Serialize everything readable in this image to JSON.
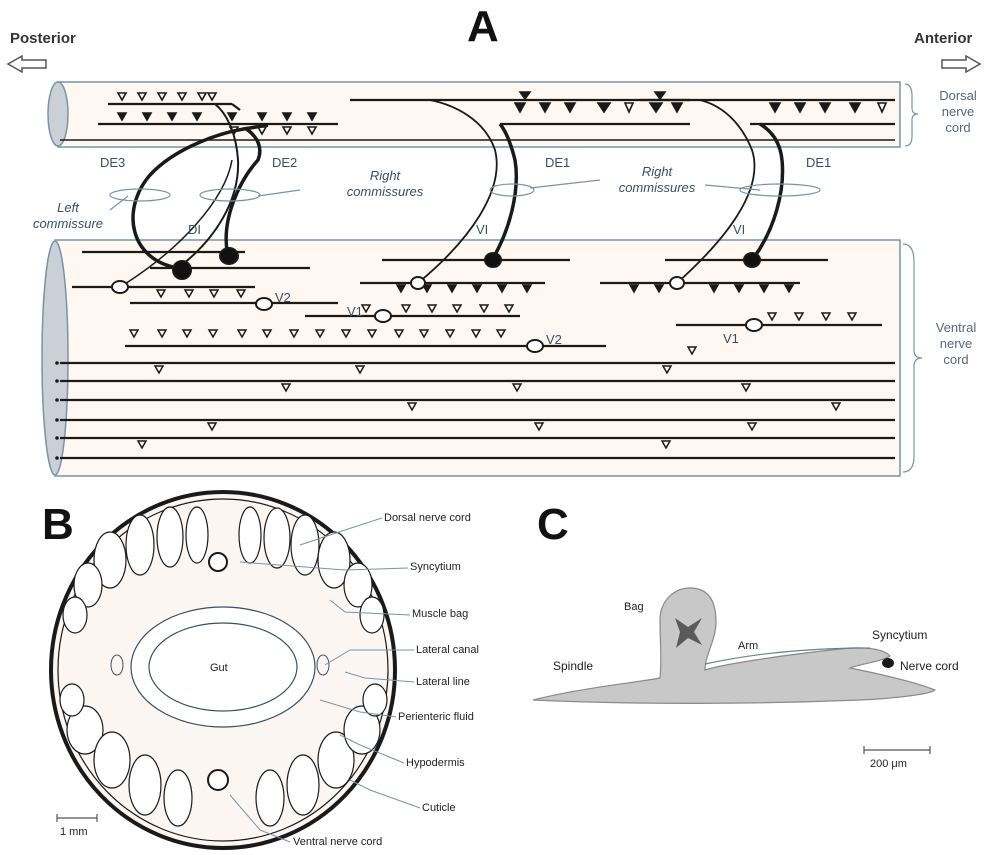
{
  "panel_a": {
    "label": "A",
    "posterior": "Posterior",
    "anterior": "Anterior",
    "dorsal_cord": [
      "Dorsal",
      "nerve",
      "cord"
    ],
    "ventral_cord": [
      "Ventral",
      "nerve",
      "cord"
    ],
    "left_commissure": [
      "Left",
      "commissure"
    ],
    "right_commissures_1": [
      "Right",
      "commissures"
    ],
    "right_commissures_2": [
      "Right",
      "commissures"
    ],
    "neurons": {
      "de3": "DE3",
      "de2": "DE2",
      "de1_a": "DE1",
      "de1_b": "DE1",
      "di": "DI",
      "vi_a": "VI",
      "vi_b": "VI",
      "v2_a": "V2",
      "v2_b": "V2",
      "v1_a": "V1",
      "v1_b": "V1"
    }
  },
  "panel_b": {
    "label": "B",
    "gut": "Gut",
    "labels": [
      "Dorsal nerve cord",
      "Syncytium",
      "Muscle bag",
      "Lateral canal",
      "Lateral line",
      "Perienteric fluid",
      "Hypodermis",
      "Cuticle",
      "Ventral nerve cord"
    ],
    "scale": "1 mm"
  },
  "panel_c": {
    "label": "C",
    "bag": "Bag",
    "arm": "Arm",
    "spindle": "Spindle",
    "syncytium": "Syncytium",
    "nerve_cord": "Nerve cord",
    "scale": "200 μm"
  },
  "colors": {
    "outline": "#7a93a8",
    "line": "#1a1a1a",
    "muscle_fill": "#c8c8c8"
  }
}
